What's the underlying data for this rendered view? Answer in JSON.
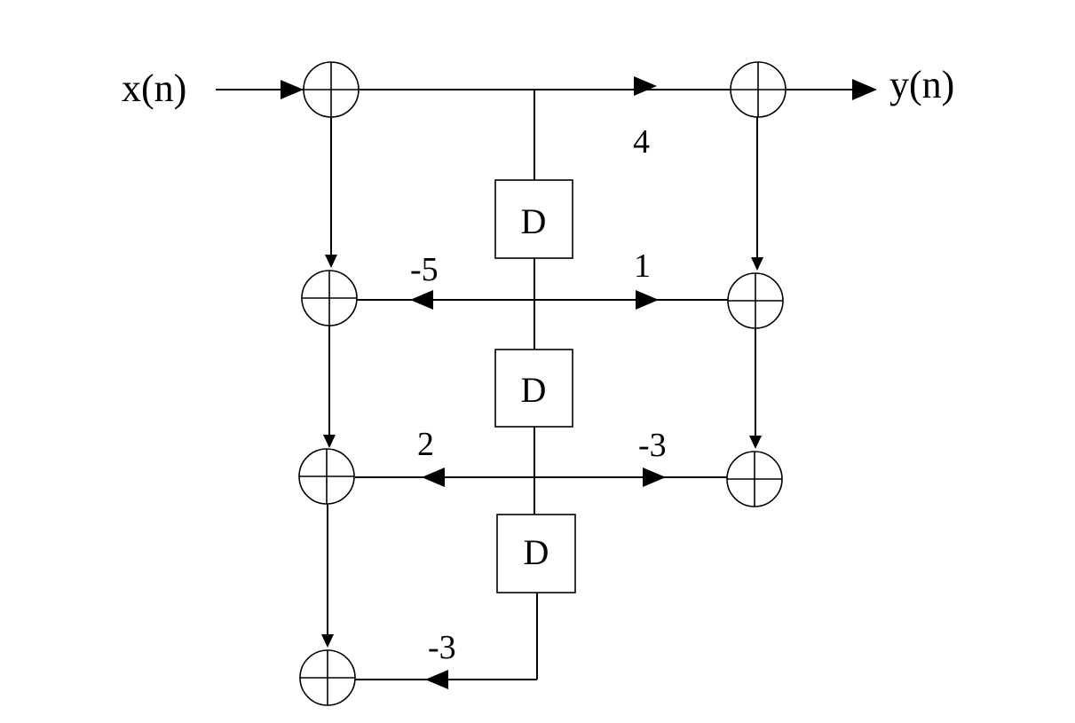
{
  "signals": {
    "input": "x(n)",
    "output": "y(n)"
  },
  "delays": [
    {
      "label": "D"
    },
    {
      "label": "D"
    },
    {
      "label": "D"
    }
  ],
  "coefficients": {
    "top": "4",
    "row1_left": "-5",
    "row1_right": "1",
    "row2_left": "2",
    "row2_right": "-3",
    "row3_left": "-3"
  }
}
